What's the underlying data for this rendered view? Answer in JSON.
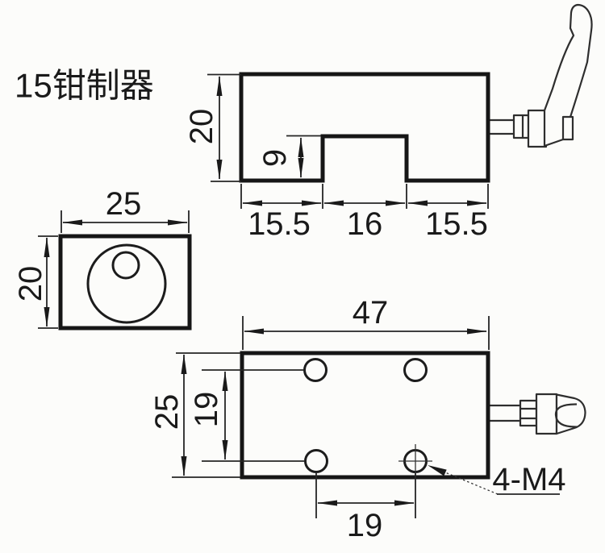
{
  "drawing": {
    "title": "15钳制器",
    "colors": {
      "background": "#fcfcfa",
      "line": "#1a1a1a"
    },
    "views": {
      "top_view": {
        "description": "front elevation of clamp block with bottom slot and clamping lever",
        "dims": {
          "height": "20",
          "slot_depth": "9",
          "left_segment": "15.5",
          "slot_width": "16",
          "right_segment": "15.5"
        }
      },
      "side_view": {
        "description": "end view with counterbored hole",
        "dims": {
          "width": "25",
          "height": "20"
        }
      },
      "bottom_view": {
        "description": "plan view with four mounting holes and clamp knob",
        "dims": {
          "length": "47",
          "width": "25",
          "hole_row_spacing": "19",
          "hole_col_spacing": "19"
        },
        "thread_callout": "4-M4"
      }
    }
  }
}
